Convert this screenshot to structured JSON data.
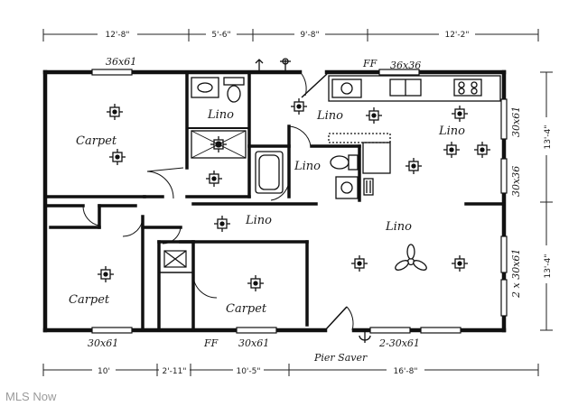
{
  "top_dimensions": [
    "12'-8\"",
    "5'-6\"",
    "9'-8\"",
    "12'-2\""
  ],
  "bottom_dimensions": [
    "10'",
    "2'-11\"",
    "10'-5\"",
    "16'-8\""
  ],
  "right_dimensions": [
    "13'-4\"",
    "13'-4\""
  ],
  "window_labels": {
    "w1": "36x61",
    "w2": "36x36",
    "w3": "30x61",
    "w4": "30x36",
    "w5": "2 x 30x61",
    "w6": "30x61",
    "w7": "30x61",
    "w8": "2-30x61"
  },
  "ff_labels": [
    "FF",
    "FF"
  ],
  "room_labels": {
    "bedroom1": "Carpet",
    "bath1": "Lino",
    "laundry": "Lino",
    "bath2": "Lino",
    "kitchen": "Lino",
    "hall": "Lino",
    "living": "Lino",
    "bedroom2": "Carpet",
    "bedroom3": "Carpet"
  },
  "note": "Pier Saver",
  "watermark": "MLS Now"
}
